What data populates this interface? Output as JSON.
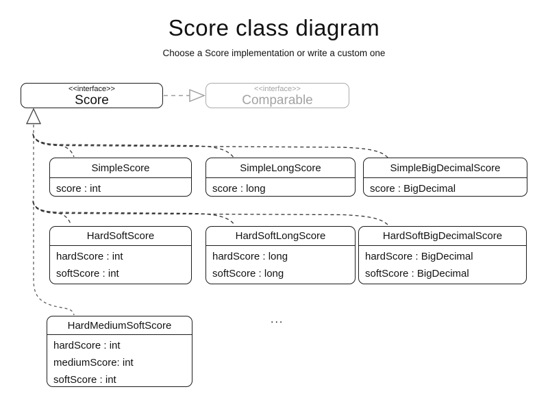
{
  "title": "Score class diagram",
  "subtitle": "Choose a Score implementation or write a custom one",
  "score_interface": {
    "stereotype": "<<interface>>",
    "name": "Score"
  },
  "comparable_interface": {
    "stereotype": "<<interface>>",
    "name": "Comparable"
  },
  "classes": [
    {
      "name": "SimpleScore",
      "attributes": [
        "score : int"
      ]
    },
    {
      "name": "SimpleLongScore",
      "attributes": [
        "score : long"
      ]
    },
    {
      "name": "SimpleBigDecimalScore",
      "attributes": [
        "score : BigDecimal"
      ]
    },
    {
      "name": "HardSoftScore",
      "attributes": [
        "hardScore : int",
        "softScore : int"
      ]
    },
    {
      "name": "HardSoftLongScore",
      "attributes": [
        "hardScore : long",
        "softScore : long"
      ]
    },
    {
      "name": "HardSoftBigDecimalScore",
      "attributes": [
        "hardScore : BigDecimal",
        "softScore : BigDecimal"
      ]
    },
    {
      "name": "HardMediumSoftScore",
      "attributes": [
        "hardScore : int",
        "mediumScore: int",
        "softScore : int"
      ]
    }
  ],
  "ellipsis": "...",
  "relations": {
    "score_implements": "Comparable",
    "subclasses_extend": "Score"
  },
  "colors": {
    "background": "#ffffff",
    "box_border": "#1a1a1a",
    "inheritance_line": "#333333",
    "stem_line": "#5f5f5f",
    "muted_line": "#9b9b9b",
    "muted_text": "#a3a3a3",
    "text": "#111111"
  }
}
